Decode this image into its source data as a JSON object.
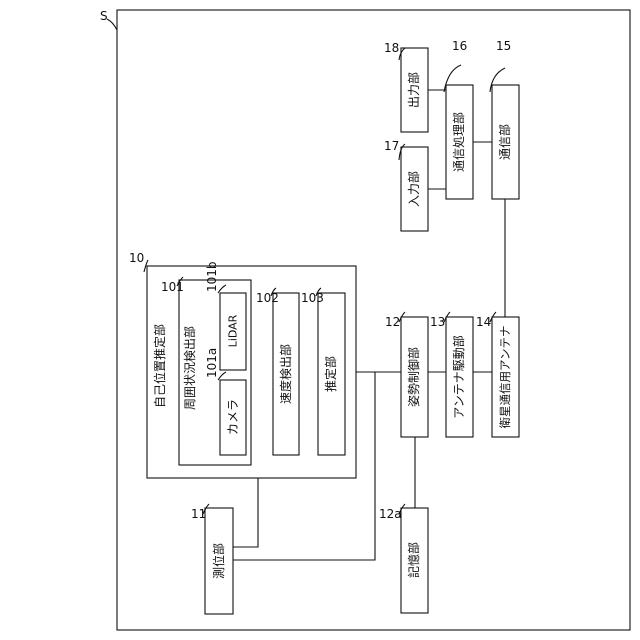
{
  "system_ref": "S",
  "blocks": {
    "self_position_estimator": {
      "ref": "10",
      "label": "自己位置推定部"
    },
    "surroundings_detector": {
      "ref": "101",
      "label": "周囲状況検出部"
    },
    "camera": {
      "ref": "101a",
      "label": "カメラ"
    },
    "lidar": {
      "ref": "101b",
      "label": "LiDAR"
    },
    "speed_detector": {
      "ref": "102",
      "label": "速度検出部"
    },
    "estimator": {
      "ref": "103",
      "label": "推定部"
    },
    "positioning": {
      "ref": "11",
      "label": "測位部"
    },
    "attitude_control": {
      "ref": "12",
      "label": "姿勢制御部"
    },
    "storage": {
      "ref": "12a",
      "label": "記憶部"
    },
    "antenna_drive": {
      "ref": "13",
      "label": "アンテナ駆動部"
    },
    "satellite_antenna": {
      "ref": "14",
      "label": "衛星通信用アンテナ"
    },
    "communication": {
      "ref": "15",
      "label": "通信部"
    },
    "comm_processing": {
      "ref": "16",
      "label": "通信処理部"
    },
    "input": {
      "ref": "17",
      "label": "入力部"
    },
    "output": {
      "ref": "18",
      "label": "出力部"
    }
  }
}
